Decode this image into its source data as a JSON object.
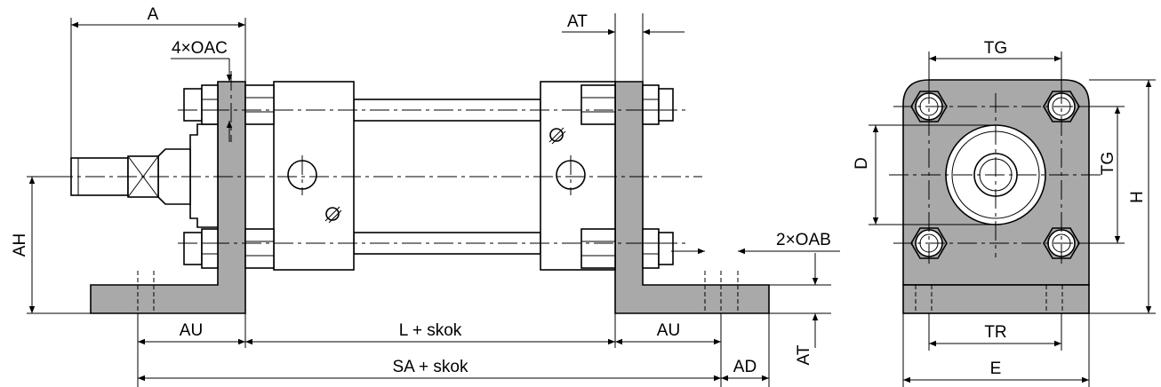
{
  "labels": {
    "A": "A",
    "oac": "4×OAC",
    "AT_top": "AT",
    "TG_top": "TG",
    "D": "D",
    "TG_side": "TG",
    "H": "H",
    "AH": "AH",
    "oab": "2×OAB",
    "AU_left": "AU",
    "L_skok": "L + skok",
    "AU_right": "AU",
    "AT_side": "AT",
    "SA_skok": "SA + skok",
    "AD": "AD",
    "TR": "TR",
    "E": "E"
  },
  "colors": {
    "fill_gray": "#a9a9a9",
    "body_white": "#ffffff",
    "line": "#000000"
  }
}
